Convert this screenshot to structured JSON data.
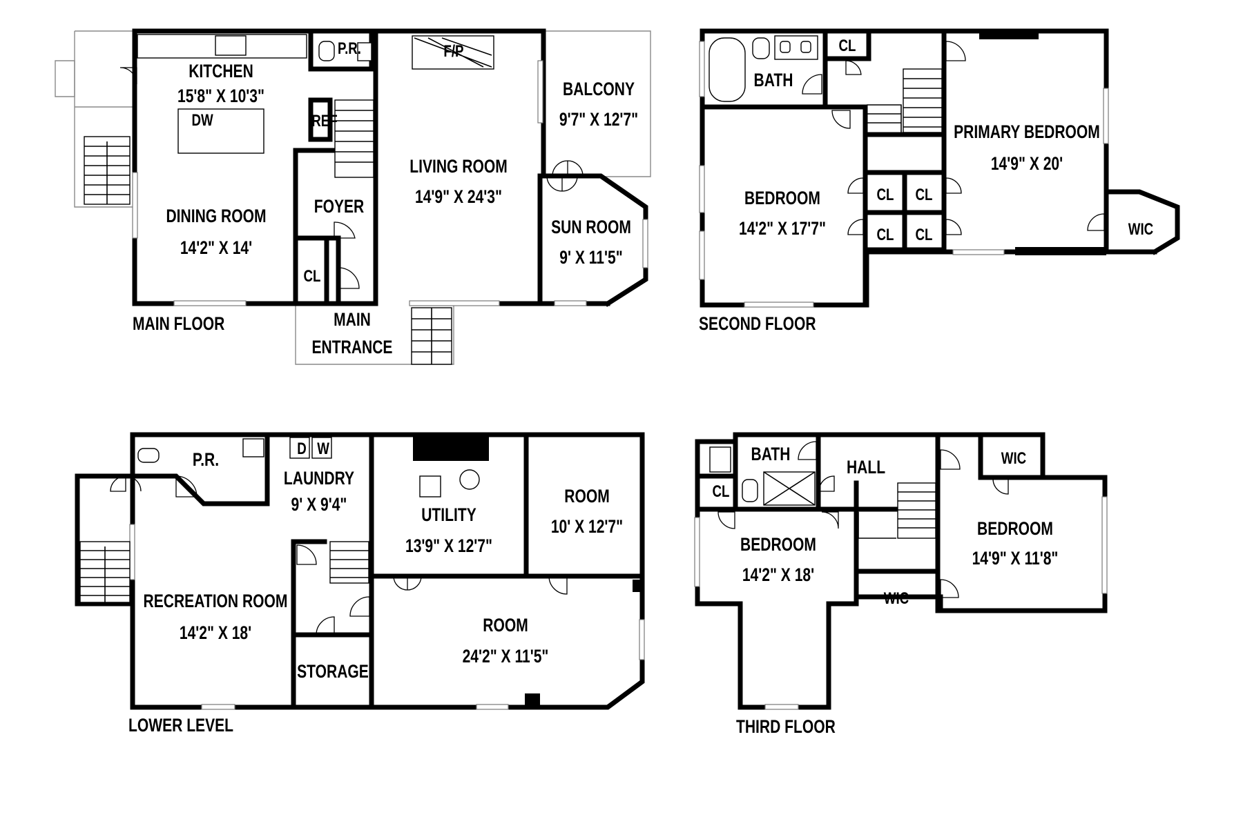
{
  "floors": {
    "main": {
      "title": "MAIN FLOOR",
      "rooms": {
        "kitchen": {
          "name": "KITCHEN",
          "dim": "15'8\" X 10'3\""
        },
        "dining": {
          "name": "DINING ROOM",
          "dim": "14'2\" X 14'"
        },
        "living": {
          "name": "LIVING ROOM",
          "dim": "14'9\" X 24'3\""
        },
        "balcony": {
          "name": "BALCONY",
          "dim": "9'7\" X 12'7\""
        },
        "sunroom": {
          "name": "SUN ROOM",
          "dim": "9' X 11'5\""
        },
        "foyer": {
          "name": "FOYER"
        },
        "entrance": {
          "line1": "MAIN",
          "line2": "ENTRANCE"
        },
        "pr": {
          "name": "P.R."
        },
        "closet": {
          "name": "CL"
        },
        "fireplace": {
          "name": "F/P"
        },
        "ref": {
          "name": "REF"
        },
        "dw": {
          "name": "DW"
        }
      }
    },
    "second": {
      "title": "SECOND FLOOR",
      "rooms": {
        "bath": {
          "name": "BATH"
        },
        "bedroom": {
          "name": "BEDROOM",
          "dim": "14'2\" X 17'7\""
        },
        "primary": {
          "name": "PRIMARY BEDROOM",
          "dim": "14'9\" X 20'"
        },
        "wic": {
          "name": "WIC"
        },
        "closet": {
          "name": "CL"
        }
      }
    },
    "lower": {
      "title": "LOWER LEVEL",
      "rooms": {
        "pr": {
          "name": "P.R."
        },
        "laundry": {
          "name": "LAUNDRY",
          "dim": "9' X 9'4\""
        },
        "utility": {
          "name": "UTILITY",
          "dim": "13'9\" X 12'7\""
        },
        "room_small": {
          "name": "ROOM",
          "dim": "10' X 12'7\""
        },
        "recreation": {
          "name": "RECREATION ROOM",
          "dim": "14'2\" X 18'"
        },
        "room_large": {
          "name": "ROOM",
          "dim": "24'2\" X 11'5\""
        },
        "storage": {
          "name": "STORAGE"
        },
        "dw_d": {
          "name": "D"
        },
        "dw_w": {
          "name": "W"
        }
      }
    },
    "third": {
      "title": "THIRD FLOOR",
      "rooms": {
        "bath": {
          "name": "BATH"
        },
        "hall": {
          "name": "HALL"
        },
        "closet": {
          "name": "CL"
        },
        "wic": {
          "name": "WIC"
        },
        "bedroom_left": {
          "name": "BEDROOM",
          "dim": "14'2\" X 18'"
        },
        "bedroom_right": {
          "name": "BEDROOM",
          "dim": "14'9\" X 11'8\""
        }
      }
    }
  }
}
